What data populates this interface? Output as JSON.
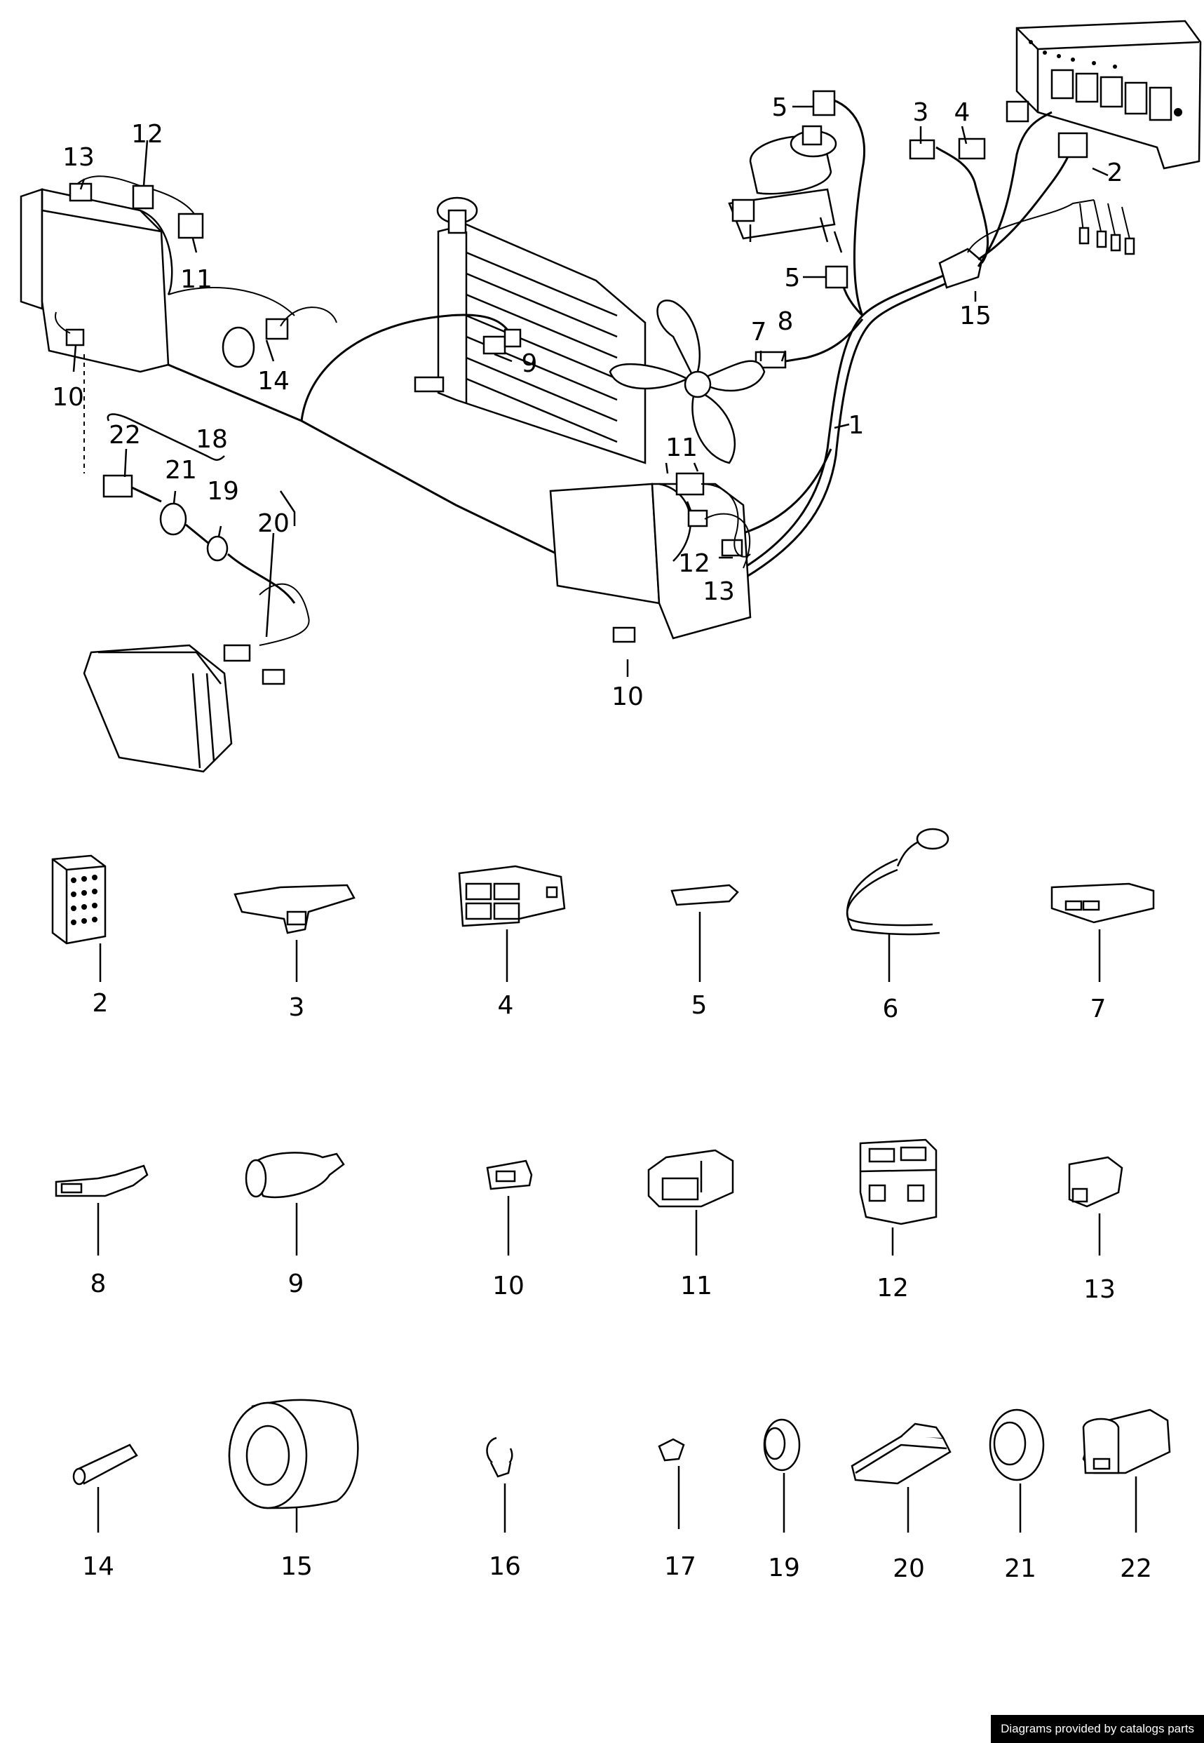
{
  "credit": "Diagrams provided by catalogs parts",
  "callouts": {
    "c1": "1",
    "c2": "2",
    "c3": "3",
    "c4": "4",
    "c5a": "5",
    "c5b": "5",
    "c7": "7",
    "c8": "8",
    "c9": "9",
    "c10a": "10",
    "c10b": "10",
    "c11a": "11",
    "c11b": "11",
    "c12a": "12",
    "c12b": "12",
    "c13a": "13",
    "c13b": "13",
    "c14": "14",
    "c15": "15",
    "c18": "18",
    "c19": "19",
    "c20": "20",
    "c21": "21",
    "c22": "22"
  },
  "parts_row1": [
    "2",
    "3",
    "4",
    "5",
    "6",
    "7"
  ],
  "parts_row2": [
    "8",
    "9",
    "10",
    "11",
    "12",
    "13"
  ],
  "parts_row3": [
    "14",
    "15",
    "16",
    "17",
    "19",
    "20",
    "21",
    "22"
  ]
}
